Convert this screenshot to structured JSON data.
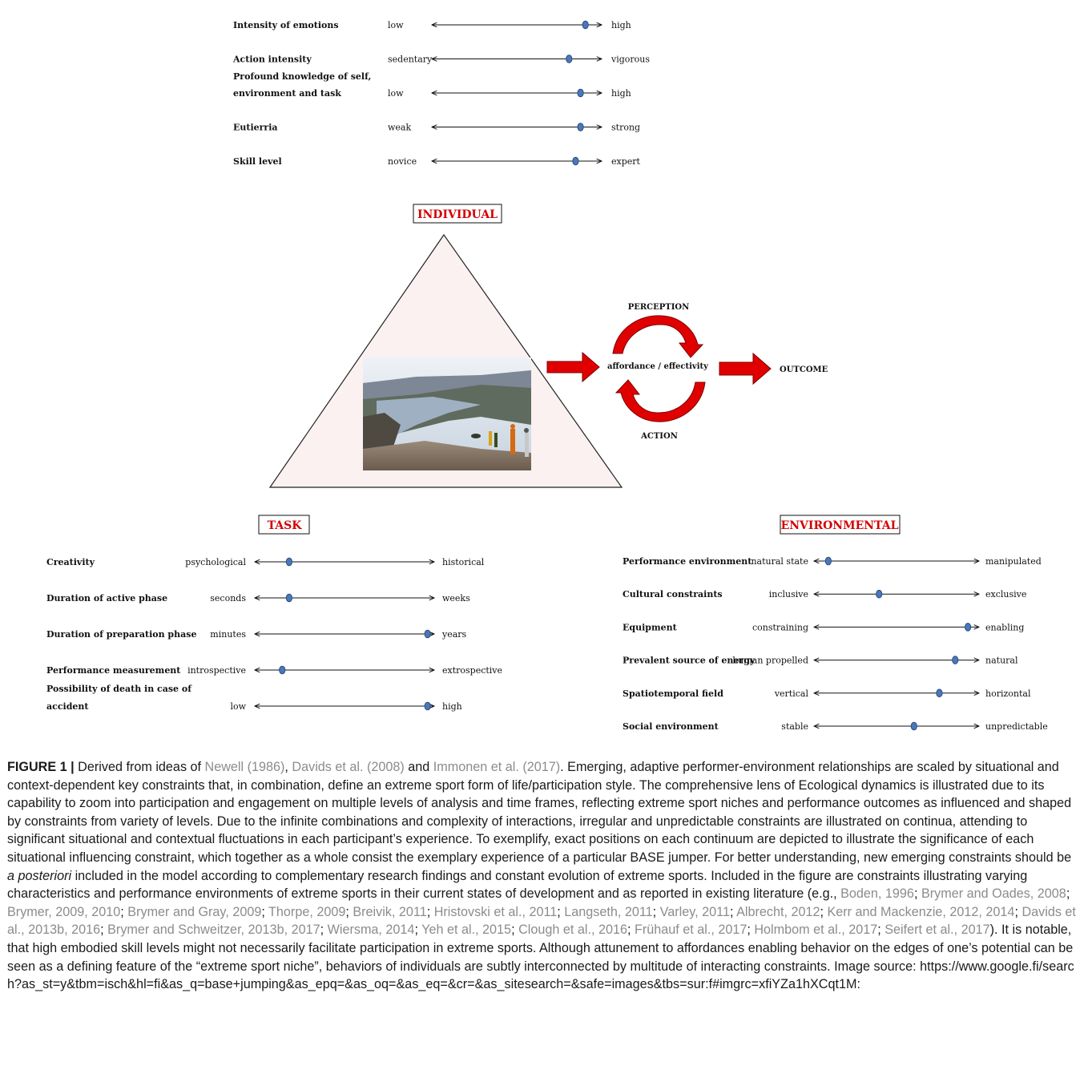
{
  "individual": {
    "title": "INDIVIDUAL",
    "constraints": [
      {
        "label": "Intensity of emotions",
        "low": "low",
        "high": "high",
        "position": 0.92
      },
      {
        "label": "Action intensity",
        "low": "sedentary",
        "high": "vigorous",
        "position": 0.82
      },
      {
        "label_lines": [
          "Profound knowledge of self,",
          "environment and task"
        ],
        "low": "low",
        "high": "high",
        "position": 0.89
      },
      {
        "label": "Eutierria",
        "low": "weak",
        "high": "strong",
        "position": 0.89
      },
      {
        "label": "Skill level",
        "low": "novice",
        "high": "expert",
        "position": 0.86
      }
    ]
  },
  "task": {
    "title": "TASK",
    "constraints": [
      {
        "label": "Creativity",
        "low": "psychological",
        "high": "historical",
        "position": 0.18
      },
      {
        "label": "Duration of active phase",
        "low": "seconds",
        "high": "weeks",
        "position": 0.18
      },
      {
        "label": "Duration of preparation phase",
        "low": "minutes",
        "high": "years",
        "position": 0.98
      },
      {
        "label": "Performance measurement",
        "low": "introspective",
        "high": "extrospective",
        "position": 0.14
      },
      {
        "label_lines": [
          "Possibility of death in case of",
          "accident"
        ],
        "low": "low",
        "high": "high",
        "position": 0.98
      }
    ]
  },
  "environmental": {
    "title": "ENVIRONMENTAL",
    "constraints": [
      {
        "label": "Performance environment",
        "low": "natural state",
        "high": "manipulated",
        "position": 0.07
      },
      {
        "label": "Cultural constraints",
        "low": "inclusive",
        "high": "exclusive",
        "position": 0.39
      },
      {
        "label": "Equipment",
        "low": "constraining",
        "high": "enabling",
        "position": 0.95
      },
      {
        "label": "Prevalent source of energy",
        "low": "human propelled",
        "high": "natural",
        "position": 0.87
      },
      {
        "label": "Spatiotemporal field",
        "low": "vertical",
        "high": "horizontal",
        "position": 0.77
      },
      {
        "label": "Social environment",
        "low": "stable",
        "high": "unpredictable",
        "position": 0.61
      }
    ]
  },
  "cycle": {
    "perception": "PERCEPTION",
    "action": "ACTION",
    "center": "affordance / effectivity",
    "outcome": "OUTCOME"
  },
  "image": {
    "alt": "BASE jumpers on a cliff edge above a fjord"
  },
  "colors": {
    "title_red": "#d40000",
    "arrow_red": "#e00000",
    "dot_blue": "#4a78b8",
    "triangle_fill": "#fbf1f1"
  },
  "caption": {
    "figure_label": "FIGURE 1 |",
    "parts": [
      {
        "t": " Derived from ideas of "
      },
      {
        "t": "Newell (1986)",
        "ref": true
      },
      {
        "t": ", "
      },
      {
        "t": "Davids et al. (2008)",
        "ref": true
      },
      {
        "t": " and "
      },
      {
        "t": "Immonen et al. (2017)",
        "ref": true
      },
      {
        "t": ". Emerging, adaptive performer-environment relationships are scaled by situational and context-dependent key constraints that, in combination, define an extreme sport form of life/participation style. The comprehensive lens of Ecological dynamics is illustrated due to its capability to zoom into participation and engagement on multiple levels of analysis and time frames, reflecting extreme sport niches and performance outcomes as influenced and shaped by constraints from variety of levels. Due to the infinite combinations and complexity of interactions, irregular and unpredictable constraints are illustrated on continua, attending to significant situational and contextual fluctuations in each participant’s experience. To exemplify, exact positions on each continuum are depicted to illustrate the significance of each situational influencing constraint, which together as a whole consist the exemplary experience of a particular BASE jumper. For better understanding, new emerging constraints should be "
      },
      {
        "t": "a posteriori",
        "italic": true
      },
      {
        "t": " included in the model according to complementary research findings and constant evolution of extreme sports. Included in the figure are constraints illustrating varying characteristics and performance environments of extreme sports in their current states of development and as reported in existing literature (e.g., "
      },
      {
        "t": "Boden, 1996",
        "ref": true
      },
      {
        "t": "; "
      },
      {
        "t": "Brymer and Oades, 2008",
        "ref": true
      },
      {
        "t": "; "
      },
      {
        "t": "Brymer, 2009, 2010",
        "ref": true
      },
      {
        "t": "; "
      },
      {
        "t": "Brymer and Gray, 2009",
        "ref": true
      },
      {
        "t": "; "
      },
      {
        "t": "Thorpe, 2009",
        "ref": true
      },
      {
        "t": "; "
      },
      {
        "t": "Breivik, 2011",
        "ref": true
      },
      {
        "t": "; "
      },
      {
        "t": "Hristovski et al., 2011",
        "ref": true
      },
      {
        "t": "; "
      },
      {
        "t": "Langseth, 2011",
        "ref": true
      },
      {
        "t": "; "
      },
      {
        "t": "Varley, 2011",
        "ref": true
      },
      {
        "t": "; "
      },
      {
        "t": "Albrecht, 2012",
        "ref": true
      },
      {
        "t": "; "
      },
      {
        "t": "Kerr and Mackenzie, 2012, 2014",
        "ref": true
      },
      {
        "t": "; "
      },
      {
        "t": "Davids et al., 2013b, 2016",
        "ref": true
      },
      {
        "t": "; "
      },
      {
        "t": "Brymer and Schweitzer, 2013b, 2017",
        "ref": true
      },
      {
        "t": "; "
      },
      {
        "t": "Wiersma, 2014",
        "ref": true
      },
      {
        "t": "; "
      },
      {
        "t": "Yeh et al., 2015",
        "ref": true
      },
      {
        "t": "; "
      },
      {
        "t": "Clough et al., 2016",
        "ref": true
      },
      {
        "t": "; "
      },
      {
        "t": "Frühauf et al., 2017",
        "ref": true
      },
      {
        "t": "; "
      },
      {
        "t": "Holmbom et al., 2017",
        "ref": true
      },
      {
        "t": "; "
      },
      {
        "t": "Seifert et al., 2017",
        "ref": true
      },
      {
        "t": "). It is notable, that high embodied skill levels might not necessarily facilitate participation in extreme sports. Although attunement to affordances enabling behavior on the edges of one’s potential can be seen as a defining feature of the “extreme sport niche”, behaviors of individuals are subtly interconnected by multitude of interacting constraints. Image source: "
      },
      {
        "t": "https://www.google.fi/search?as_st=y&tbm=isch&hl=fi&as_q=base+jumping&as_epq=&as_oq=&as_eq=&cr=&as_sitesearch=&safe=images&tbs=sur:f#imgrc=xfiYZa1hXCqt1M:",
        "url": true
      }
    ]
  }
}
